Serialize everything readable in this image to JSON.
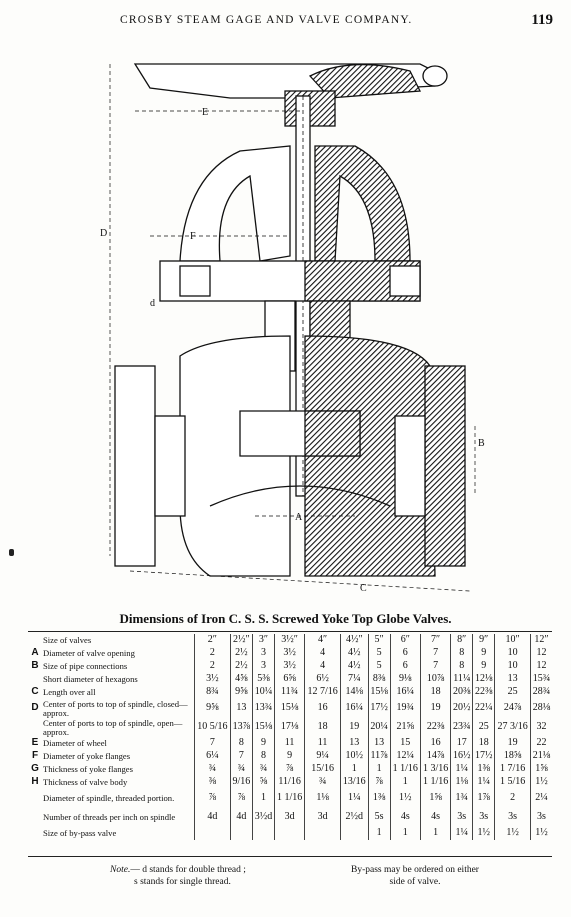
{
  "header": {
    "running_title": "CROSBY STEAM GAGE AND VALVE COMPANY.",
    "page_number": "119"
  },
  "figure": {
    "dimension_labels": [
      "E",
      "D",
      "F",
      "d",
      "B",
      "A",
      "C"
    ]
  },
  "table": {
    "title": "Dimensions of Iron C. S. S. Screwed Yoke Top Globe Valves.",
    "rows": [
      {
        "key": "",
        "label": "Size of valves",
        "values": [
          "2″",
          "2½″",
          "3″",
          "3½″",
          "4″",
          "4½″",
          "5″",
          "6″",
          "7″",
          "8″",
          "9″",
          "10″",
          "12″"
        ]
      },
      {
        "key": "A",
        "label": "Diameter of valve opening",
        "values": [
          "2",
          "2½",
          "3",
          "3½",
          "4",
          "4½",
          "5",
          "6",
          "7",
          "8",
          "9",
          "10",
          "12"
        ]
      },
      {
        "key": "B",
        "label": "Size of pipe connections",
        "values": [
          "2",
          "2½",
          "3",
          "3½",
          "4",
          "4½",
          "5",
          "6",
          "7",
          "8",
          "9",
          "10",
          "12"
        ]
      },
      {
        "key": "",
        "label": "Short diameter of hexagons",
        "values": [
          "3½",
          "4⅝",
          "5⅜",
          "6⅝",
          "6½",
          "7¼",
          "8⅜",
          "9⅛",
          "10⅞",
          "11¼",
          "12⅛",
          "13",
          "15¾"
        ]
      },
      {
        "key": "C",
        "label": "Length over all",
        "values": [
          "8¾",
          "9⅝",
          "10¼",
          "11¾",
          "12 7/16",
          "14⅛",
          "15⅛",
          "16¼",
          "18",
          "20⅜",
          "22⅜",
          "25",
          "28¾"
        ]
      },
      {
        "key": "D",
        "label": "Center of ports to top of spindle, closed—approx.",
        "values": [
          "9⅝",
          "13",
          "13¾",
          "15⅛",
          "16",
          "16¼",
          "17½",
          "19¾",
          "19",
          "20½",
          "22¼",
          "24⅞",
          "28⅛"
        ]
      },
      {
        "key": "",
        "label": "Center of ports to top of spindle, open—approx.",
        "values": [
          "10 5/16",
          "13⅞",
          "15⅛",
          "17⅛",
          "18",
          "19",
          "20¼",
          "21⅝",
          "22⅜",
          "23¾",
          "25",
          "27 3/16",
          "32"
        ]
      },
      {
        "key": "E",
        "label": "Diameter of wheel",
        "values": [
          "7",
          "8",
          "9",
          "11",
          "11",
          "13",
          "13",
          "15",
          "16",
          "17",
          "18",
          "19",
          "22"
        ]
      },
      {
        "key": "F",
        "label": "Diameter of yoke flanges",
        "values": [
          "6¼",
          "7",
          "8",
          "9",
          "9¼",
          "10½",
          "11⅞",
          "12¼",
          "14⅞",
          "16½",
          "17½",
          "18⅝",
          "21⅛"
        ]
      },
      {
        "key": "G",
        "label": "Thickness of yoke flanges",
        "values": [
          "¾",
          "¾",
          "¾",
          "⅞",
          "15/16",
          "1",
          "1",
          "1 1/16",
          "1 3/16",
          "1¼",
          "1⅜",
          "1 7/16",
          "1⅝"
        ]
      },
      {
        "key": "H",
        "label": "Thickness of valve body",
        "values": [
          "⅜",
          "9/16",
          "⅝",
          "11/16",
          "¾",
          "13/16",
          "⅞",
          "1",
          "1 1/16",
          "1⅛",
          "1¼",
          "1 5/16",
          "1½"
        ]
      },
      {
        "key": "",
        "label": "Diameter of spindle, threaded portion.",
        "values": [
          "⅞",
          "⅞",
          "1",
          "1 1/16",
          "1⅛",
          "1¼",
          "1⅜",
          "1½",
          "1⅝",
          "1¾",
          "1⅞",
          "2",
          "2¼"
        ]
      },
      {
        "key": "",
        "label": "Number of threads per inch on spindle",
        "values": [
          "4d",
          "4d",
          "3½d",
          "3d",
          "3d",
          "2½d",
          "5s",
          "4s",
          "4s",
          "3s",
          "3s",
          "3s",
          "3s"
        ]
      },
      {
        "key": "",
        "label": "Size of by-pass valve",
        "values": [
          "",
          "",
          "",
          "",
          "",
          "",
          "1",
          "1",
          "1",
          "1¼",
          "1½",
          "1½",
          "1½"
        ]
      }
    ]
  },
  "footnote": {
    "note_label": "Note.",
    "note_line1": "— d stands for double thread ;",
    "note_line2": "s stands for single thread.",
    "bypass_line1": "By-pass may be ordered on either",
    "bypass_line2": "side of valve."
  }
}
